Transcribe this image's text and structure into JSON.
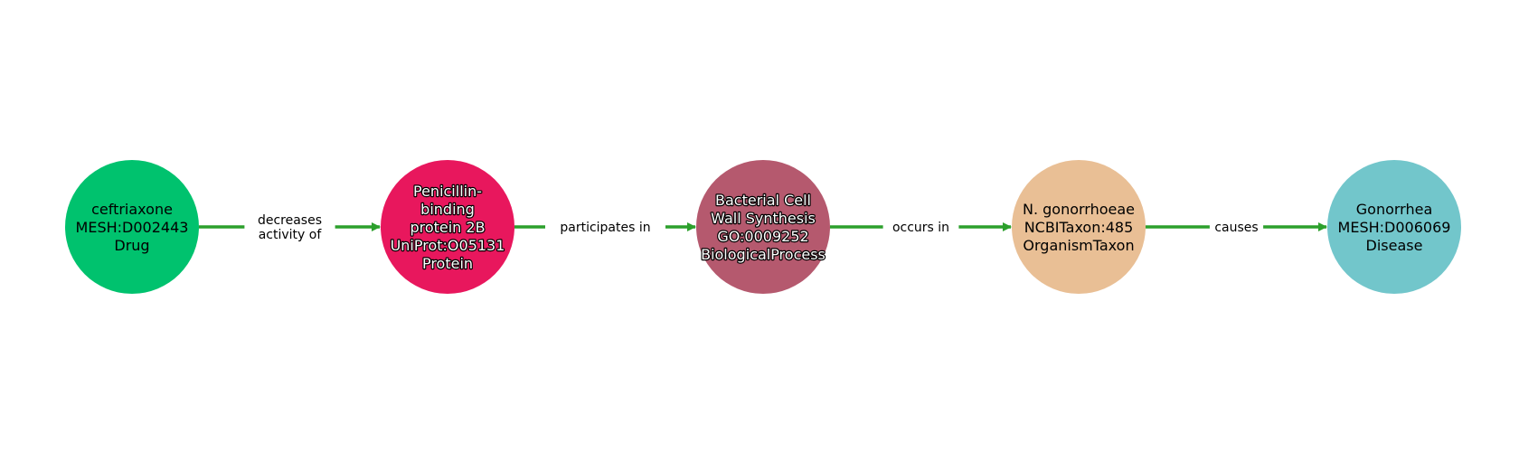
{
  "diagram": {
    "edge_color": "#2ca02c",
    "nodes": [
      {
        "id": "ceftriaxone",
        "lines": [
          "ceftriaxone",
          "MESH:D002443",
          "Drug"
        ],
        "fill": "#00c26e",
        "text_style": "dark"
      },
      {
        "id": "pbp2b",
        "lines": [
          "Penicillin-",
          "binding",
          "protein 2B",
          "UniProt:O05131",
          "Protein"
        ],
        "fill": "#e8175d",
        "text_style": "light"
      },
      {
        "id": "cell-wall",
        "lines": [
          "Bacterial Cell",
          "Wall Synthesis",
          "GO:0009252",
          "BiologicalProcess"
        ],
        "fill": "#b5596e",
        "text_style": "light"
      },
      {
        "id": "gonorrhoeae",
        "lines": [
          "N. gonorrhoeae",
          "NCBITaxon:485",
          "OrganismTaxon"
        ],
        "fill": "#e9bf95",
        "text_style": "dark"
      },
      {
        "id": "gonorrhea",
        "lines": [
          "Gonorrhea",
          "MESH:D006069",
          "Disease"
        ],
        "fill": "#72c6cb",
        "text_style": "dark"
      }
    ],
    "edges": [
      {
        "from": "ceftriaxone",
        "to": "pbp2b",
        "label": [
          "decreases",
          "activity of"
        ]
      },
      {
        "from": "pbp2b",
        "to": "cell-wall",
        "label": [
          "participates in"
        ]
      },
      {
        "from": "cell-wall",
        "to": "gonorrhoeae",
        "label": [
          "occurs in"
        ]
      },
      {
        "from": "gonorrhoeae",
        "to": "gonorrhea",
        "label": [
          "causes"
        ]
      }
    ]
  }
}
